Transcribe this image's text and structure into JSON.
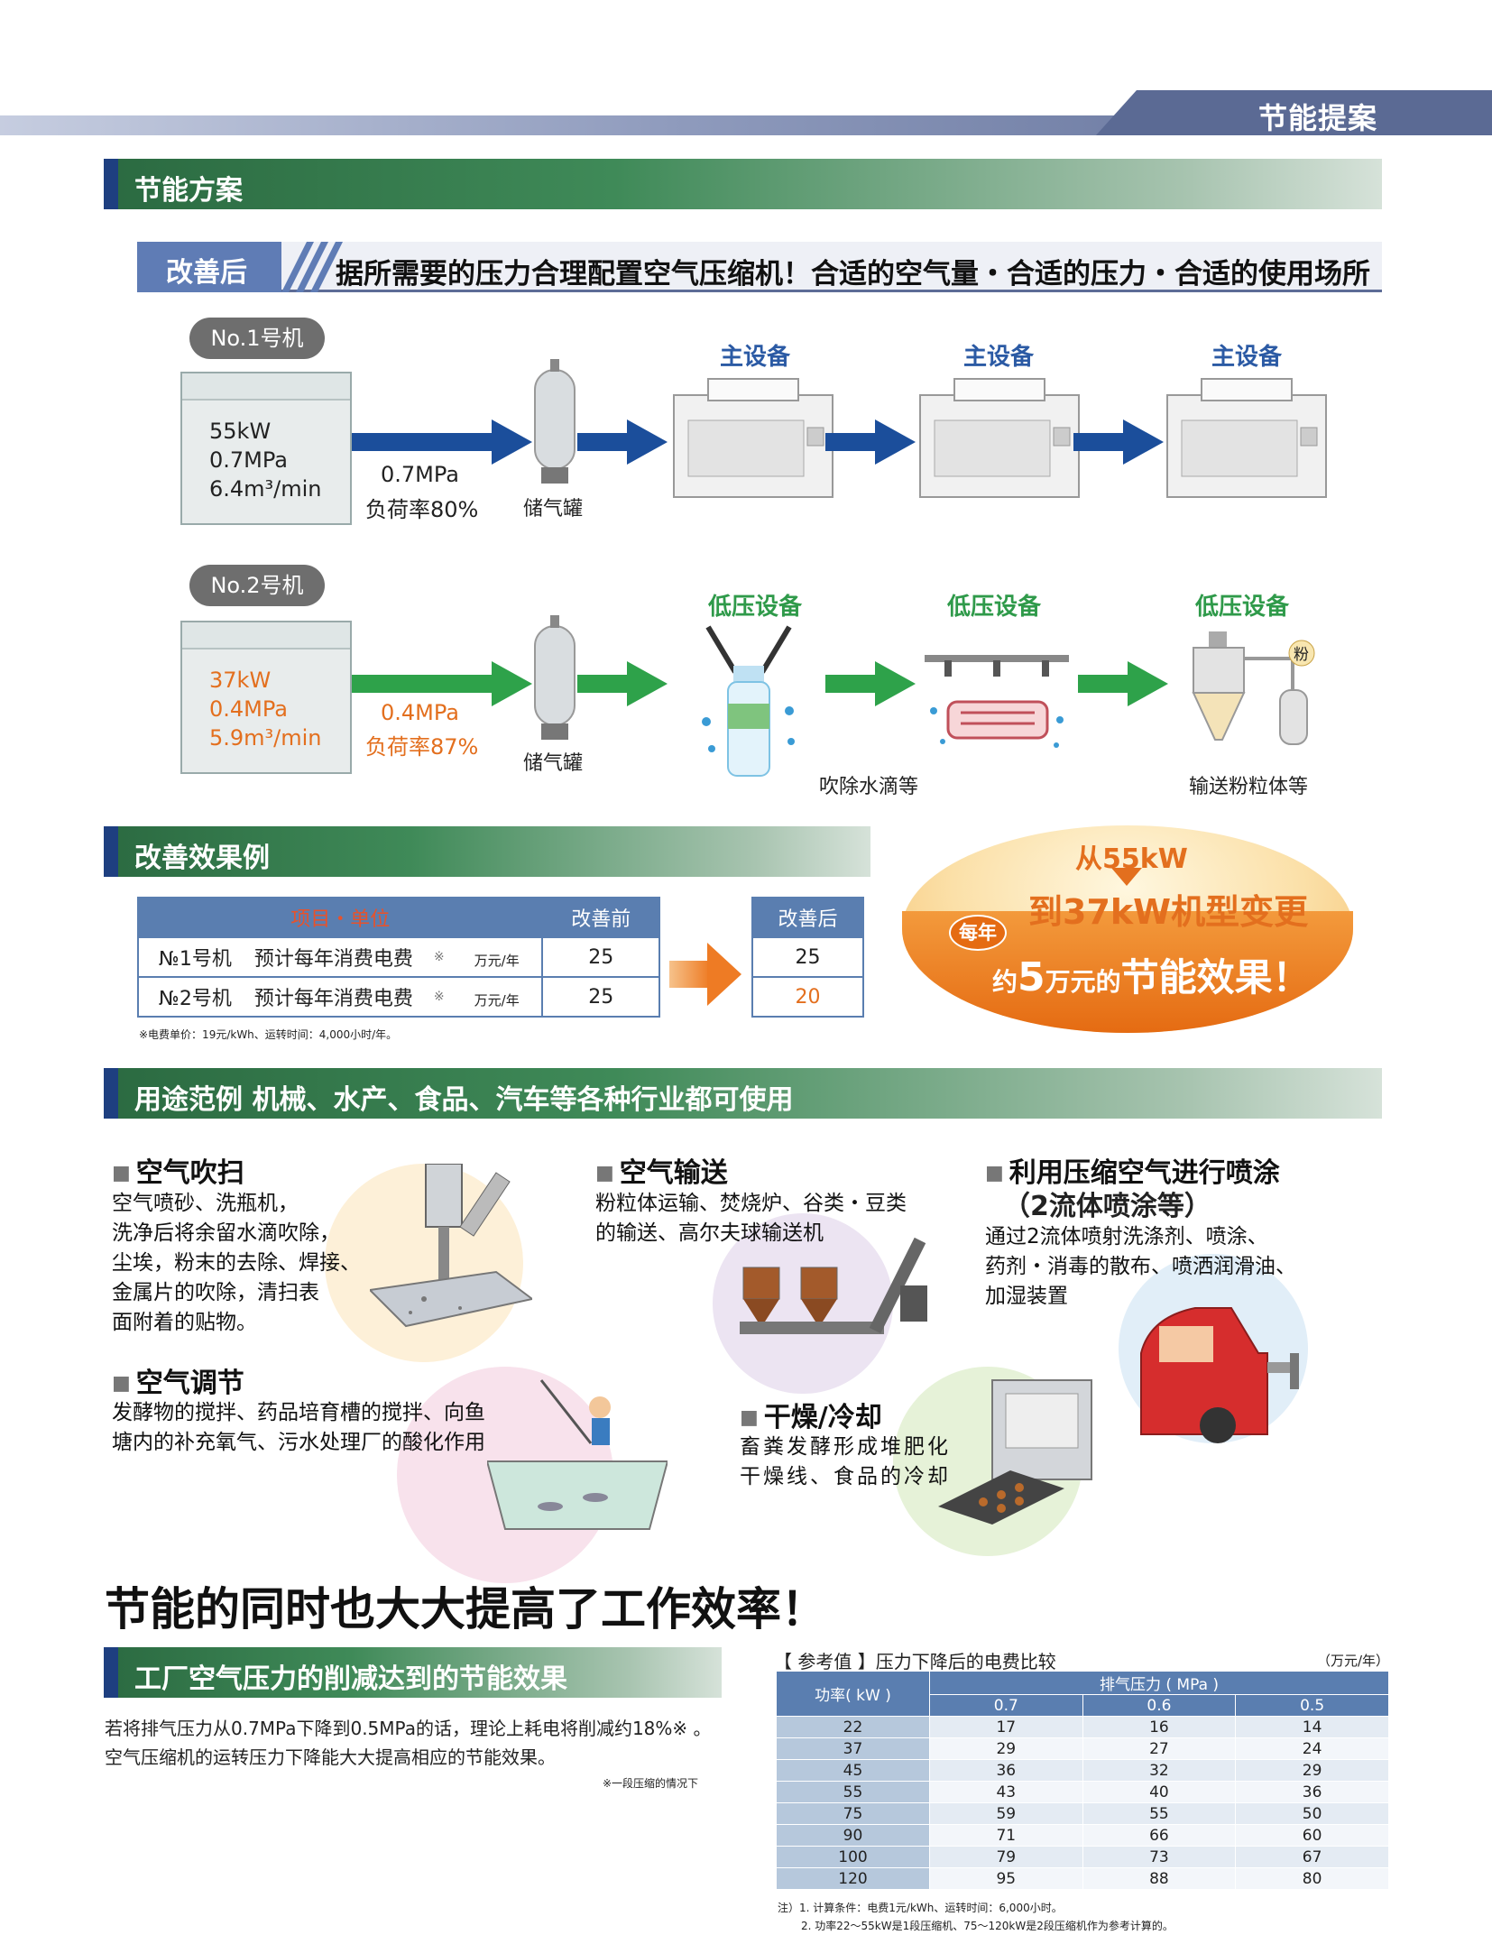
{
  "header": {
    "tab": "节能提案"
  },
  "plan": {
    "title": "节能方案",
    "improve_label": "改善后",
    "improve_text": "据所需要的压力合理配置空气压缩机！合适的空气量・合适的压力・合适的使用场所",
    "no1": {
      "pill": "No.1号机",
      "spec1": "55kW",
      "spec2": "0.7MPa",
      "spec3": "6.4m³/min",
      "out1": "0.7MPa",
      "out2": "负荷率80%",
      "tank": "储气罐",
      "equip": [
        "主设备",
        "主设备",
        "主设备"
      ]
    },
    "no2": {
      "pill": "No.2号机",
      "spec1": "37kW",
      "spec2": "0.4MPa",
      "spec3": "5.9m³/min",
      "out1": "0.4MPa",
      "out2": "负荷率87%",
      "tank": "储气罐",
      "equip": [
        "低压设备",
        "低压设备",
        "低压设备"
      ],
      "cap_water": "吹除水滴等",
      "cap_powder": "输送粉粒体等",
      "powder_tag": "粉"
    }
  },
  "effect": {
    "title": "改善效果例",
    "th_item": "项目・单位",
    "th_before": "改善前",
    "th_after": "改善后",
    "rows": [
      {
        "machine": "№1号机",
        "desc": "预计每年消费电费",
        "mark": "※",
        "unit": "万元/年",
        "before": "25",
        "after": "25"
      },
      {
        "machine": "№2号机",
        "desc": "预计每年消费电费",
        "mark": "※",
        "unit": "万元/年",
        "before": "25",
        "after": "20"
      }
    ],
    "note": "※电费单价：19元/kWh、运转时间：4,000小时/年。",
    "bubble": {
      "line1": "从55kW",
      "line2": "到37kW机型变更",
      "yearly": "每年",
      "line3a": "约",
      "line3b": "5",
      "line3c": "万元的",
      "line3d": "节能效果！"
    }
  },
  "apps": {
    "title": "用途范例 机械、水产、食品、汽车等各种行业都可使用",
    "items": [
      {
        "head": "空气吹扫",
        "text": [
          "空气喷砂、洗瓶机，",
          "洗净后将余留水滴吹除，",
          "尘埃，粉末的去除、焊接、",
          "金属片的吹除，清扫表",
          "面附着的贴物。"
        ]
      },
      {
        "head": "空气输送",
        "text": [
          "粉粒体运输、焚烧炉、谷类・豆类",
          "的输送、高尔夫球输送机"
        ]
      },
      {
        "head": "利用压缩空气进行喷涂",
        "head2": "（2流体喷涂等）",
        "text": [
          "通过2流体喷射洗涤剂、喷涂、",
          "药剂・消毒的散布、喷洒润滑油、",
          "加湿装置"
        ]
      },
      {
        "head": "空气调节",
        "text": [
          "发酵物的搅拌、药品培育槽的搅拌、向鱼",
          "塘内的补充氧气、污水处理厂的酸化作用"
        ]
      },
      {
        "head": "干燥/冷却",
        "text": [
          "畜粪发酵形成堆肥化",
          "干燥线、食品的冷却"
        ]
      }
    ]
  },
  "efficiency": {
    "headline": "节能的同时也大大提高了工作效率！",
    "sub_title": "工厂空气压力的削减达到的节能效果",
    "text1": "若将排气压力从0.7MPa下降到0.5MPa的话，理论上耗电将削减约18%※ 。",
    "text2": "空气压缩机的运转压力下降能大大提高相应的节能效果。",
    "note": "※一段压缩的情况下"
  },
  "reference": {
    "title": "【 参考值 】压力下降后的电费比较",
    "unit": "（万元/年）",
    "col_power": "功率( kW )",
    "col_pressure": "排气压力 ( MPa )",
    "pressures": [
      "0.7",
      "0.6",
      "0.5"
    ],
    "rows": [
      [
        "22",
        "17",
        "16",
        "14"
      ],
      [
        "37",
        "29",
        "27",
        "24"
      ],
      [
        "45",
        "36",
        "32",
        "29"
      ],
      [
        "55",
        "43",
        "40",
        "36"
      ],
      [
        "75",
        "59",
        "55",
        "50"
      ],
      [
        "90",
        "71",
        "66",
        "60"
      ],
      [
        "100",
        "79",
        "73",
        "67"
      ],
      [
        "120",
        "95",
        "88",
        "80"
      ]
    ],
    "note1": "注）1.  计算条件：电费1元/kWh、运转时间：6,000小时。",
    "note2": "2.  功率22～55kW是1段压缩机、75～120kW是2段压缩机作为参考计算的。"
  }
}
